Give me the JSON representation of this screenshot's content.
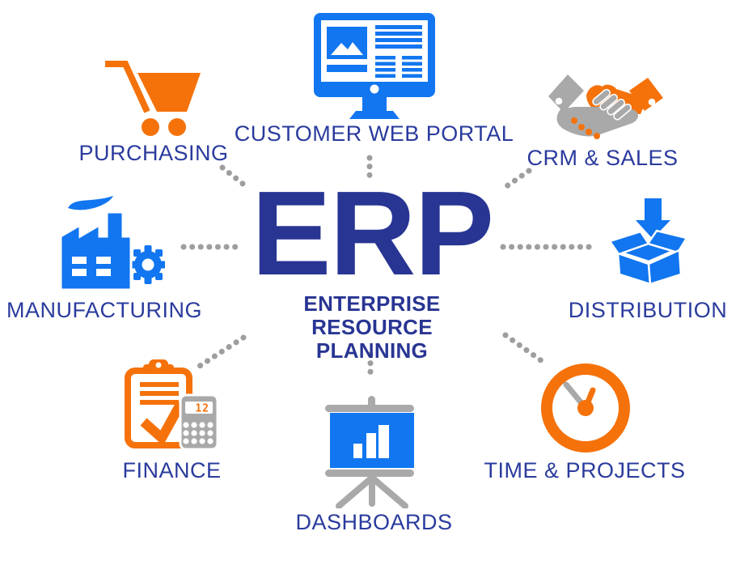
{
  "center": {
    "title": "ERP",
    "subtitle_line1": "ENTERPRISE RESOURCE",
    "subtitle_line2": "PLANNING"
  },
  "nodes": {
    "purchasing": {
      "label": "PURCHASING",
      "icon": "shopping-cart-icon"
    },
    "customer_web_portal": {
      "label": "CUSTOMER WEB PORTAL",
      "icon": "desktop-monitor-icon"
    },
    "crm_sales": {
      "label": "CRM & SALES",
      "icon": "handshake-icon"
    },
    "manufacturing": {
      "label": "MANUFACTURING",
      "icon": "factory-gear-icon"
    },
    "distribution": {
      "label": "DISTRIBUTION",
      "icon": "open-box-arrow-icon"
    },
    "finance": {
      "label": "FINANCE",
      "icon": "clipboard-calculator-icon",
      "calculator_display": "12"
    },
    "dashboards": {
      "label": "DASHBOARDS",
      "icon": "presentation-bar-chart-icon"
    },
    "time_projects": {
      "label": "TIME & PROJECTS",
      "icon": "clock-icon"
    }
  },
  "colors": {
    "background": "#FFFFFF",
    "icon_blue": "#1176F0",
    "icon_orange": "#F5720B",
    "icon_gray": "#A9A9A9",
    "title_navy": "#283593",
    "label_blue": "#2A3B9D",
    "connector_gray": "#9E9E9E"
  }
}
